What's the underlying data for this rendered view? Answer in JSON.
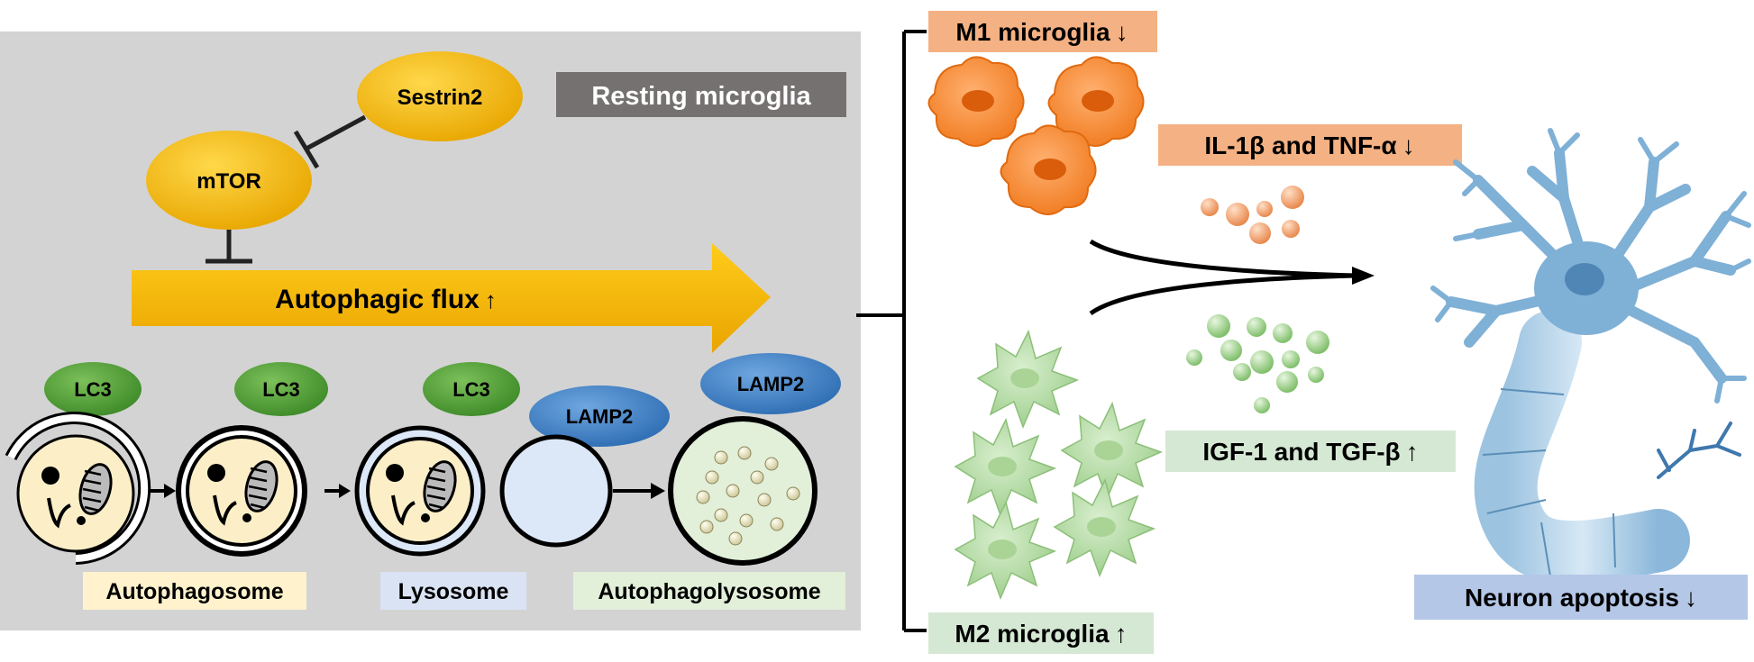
{
  "panel": {
    "title": "Resting microglia",
    "sestrin2": "Sestrin2",
    "mtor": "mTOR",
    "autophagic_flux": "Autophagic flux",
    "autophagic_flux_arrow": "↑"
  },
  "markers": {
    "lc3_1": "LC3",
    "lc3_2": "LC3",
    "lc3_3": "LC3",
    "lamp2_1": "LAMP2",
    "lamp2_2": "LAMP2"
  },
  "stages": {
    "autophagosome": "Autophagosome",
    "lysosome": "Lysosome",
    "autophagolysosome": "Autophagolysosome"
  },
  "outcomes": {
    "m1": "M1 microglia",
    "m1_arrow": "↓",
    "cytokines_pro": "IL-1β and TNF-α",
    "cytokines_pro_arrow": "↓",
    "cytokines_anti": "IGF-1 and TGF-β",
    "cytokines_anti_arrow": "↑",
    "m2": "M2 microglia",
    "m2_arrow": "↑",
    "neuron": "Neuron apoptosis",
    "neuron_arrow": "↓"
  },
  "colors": {
    "panel_bg": "#d3d3d3",
    "title_bg": "#767171",
    "yellow": "#f5b800",
    "green_marker": "#5a9e3a",
    "blue_marker": "#3e7fc4",
    "orange_label": "#f4b183",
    "green_label": "#d5e8d4",
    "blue_label": "#b4c7e7",
    "neuron": "#6fa3c8"
  },
  "icons": {
    "inhibit": "t-bar-icon",
    "arrow": "arrow-icon"
  }
}
